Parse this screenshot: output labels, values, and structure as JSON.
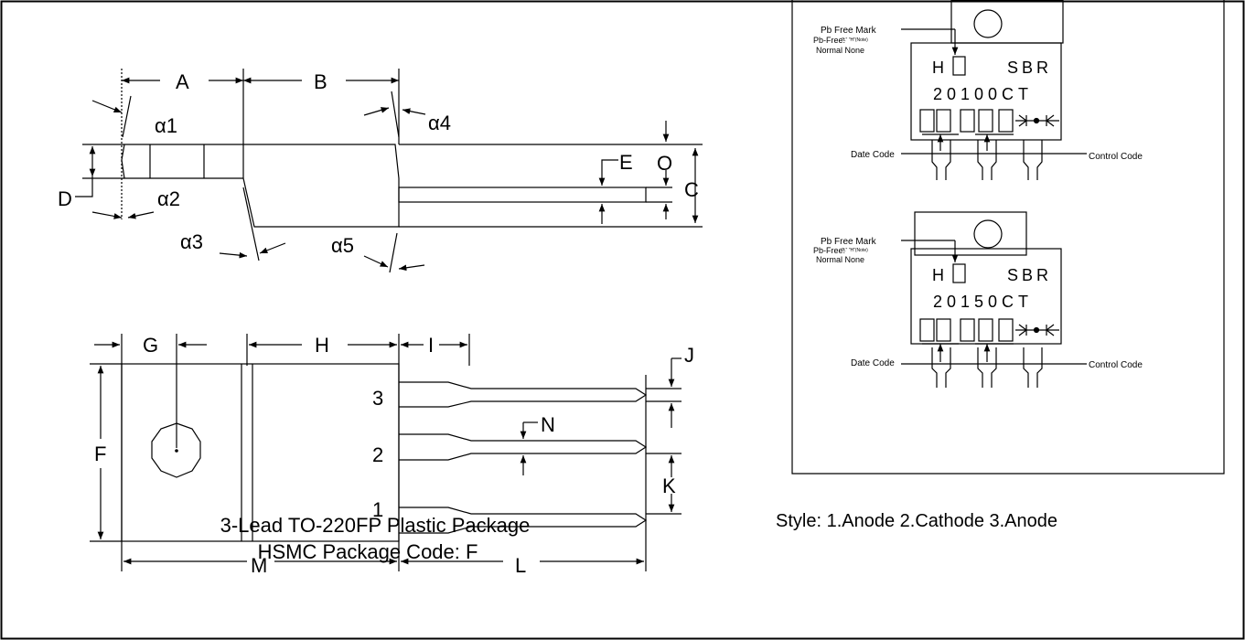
{
  "dimensions": {
    "A": "A",
    "B": "B",
    "C": "C",
    "D": "D",
    "E": "E",
    "O": "O",
    "alpha1": "α1",
    "alpha2": "α2",
    "alpha3": "α3",
    "alpha4": "α4",
    "alpha5": "α5",
    "G": "G",
    "H": "H",
    "I": "I",
    "J": "J",
    "F": "F",
    "K": "K",
    "N": "N",
    "M": "M",
    "L": "L"
  },
  "pins": [
    "3",
    "2",
    "1"
  ],
  "package": {
    "title": "3-Lead TO-220FP Plastic Package",
    "code": "HSMC Package Code: F"
  },
  "marking": {
    "pb_free_mark": "Pb Free Mark",
    "pb_free_line": "Pb-Free:",
    "pb_free_small": "\"L\" \"H\"(Note)",
    "normal_none": "Normal None",
    "date_code": "Date Code",
    "control_code": "Control Code",
    "top": {
      "row1_left": "H",
      "row1_right": "SBR",
      "row2": "20100CT"
    },
    "bottom": {
      "row1_left": "H",
      "row1_right": "SBR",
      "row2": "20150CT"
    }
  },
  "style_note": "Style: 1.Anode 2.Cathode 3.Anode"
}
